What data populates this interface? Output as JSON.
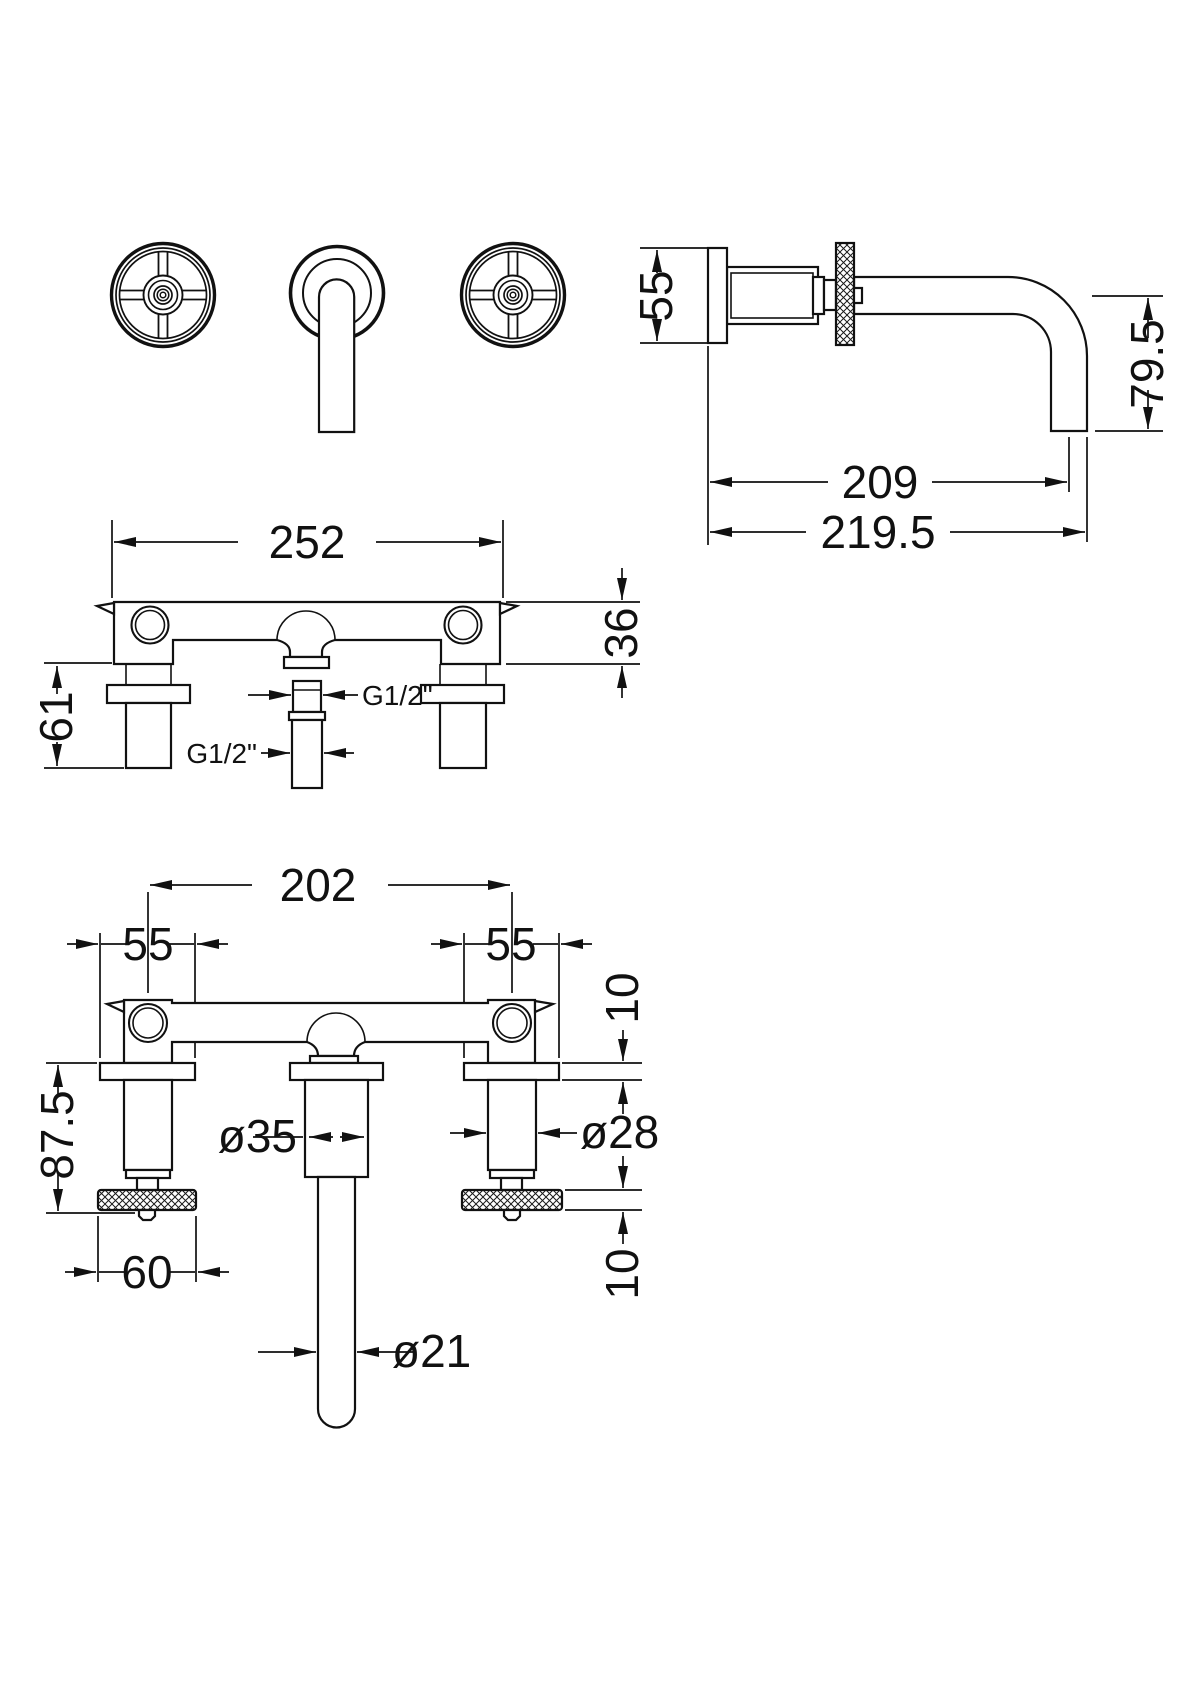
{
  "drawing": {
    "subject": "Wall mounted 3-hole crosshead basin mixer tap - dimensioned technical drawing",
    "units": "mm",
    "views": {
      "side": {
        "plate_height": "55",
        "spout_drop": "79.5",
        "spout_reach": "209",
        "overall_depth": "219.5"
      },
      "rough_in": {
        "width": "252",
        "bar_height": "36",
        "valve_depth": "61",
        "outlet_thread": "G1/2\"",
        "inlet_thread": "G1/2\""
      },
      "trim": {
        "handle_centres": "202",
        "flange_width_left": "55",
        "flange_width_right": "55",
        "flange_thickness": "10",
        "valve_length": "87.5",
        "escutcheon_diameter": "ø35",
        "valve_diameter": "ø28",
        "wheel_width": "60",
        "wheel_thickness": "10",
        "spout_diameter": "ø21"
      }
    }
  }
}
